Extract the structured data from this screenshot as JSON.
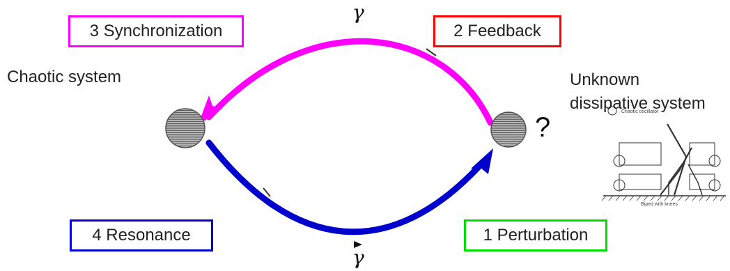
{
  "labels": {
    "synchronization": "3 Synchronization",
    "feedback": "2 Feedback",
    "resonance": "4 Resonance",
    "perturbation": "1 Perturbation",
    "chaotic_system": "Chaotic system",
    "unknown_line1": "Unknown",
    "unknown_line2": "dissipative system",
    "gamma_top": "γ",
    "gamma_bottom": "γ",
    "question": "?"
  },
  "thumbnail": {
    "legend": "Chaotic oscillator",
    "caption": "Biped with knees"
  },
  "colors": {
    "synchronization": "#ff00ff",
    "feedback": "#ff0000",
    "resonance": "#0000cc",
    "perturbation": "#00dd00",
    "node_fill": "#bbbbbb"
  }
}
